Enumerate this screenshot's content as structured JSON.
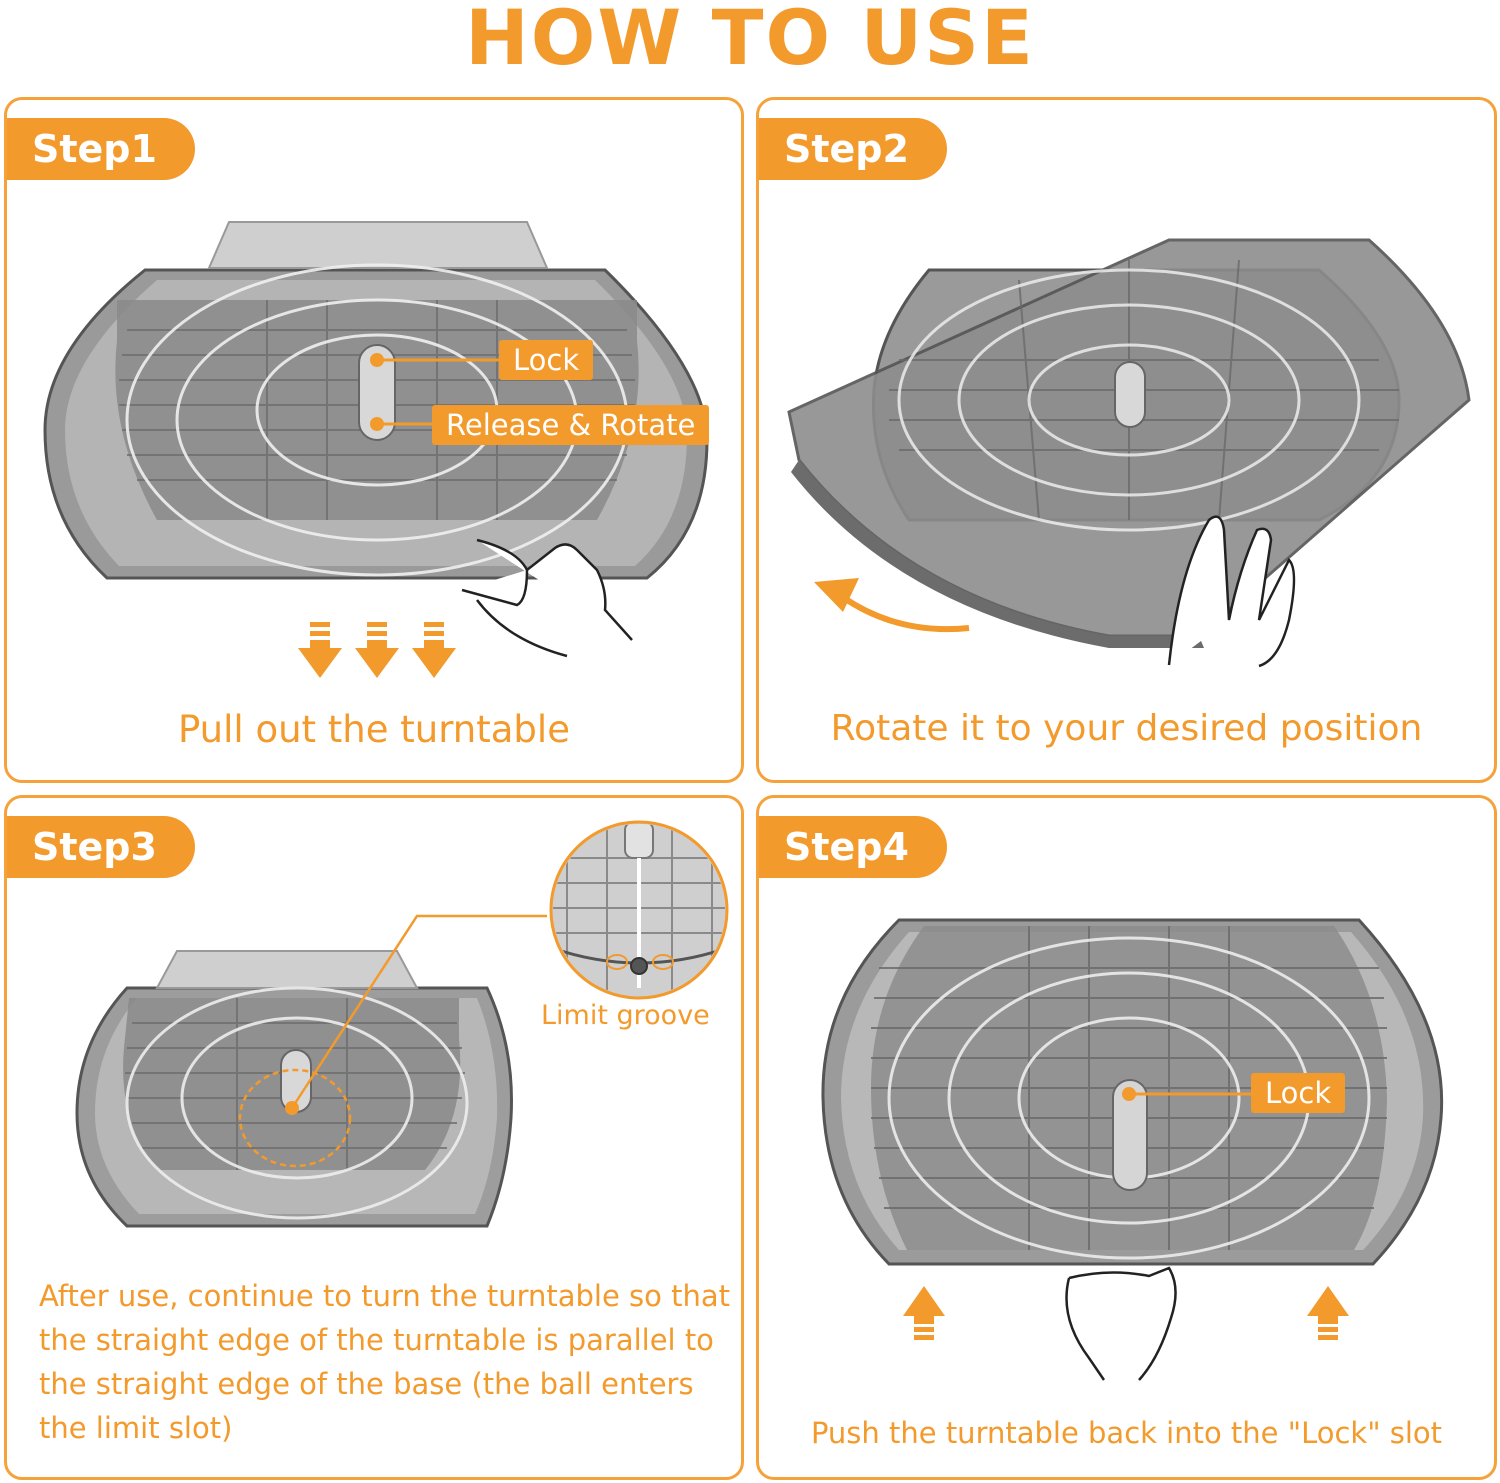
{
  "title": "HOW TO USE",
  "colors": {
    "accent": "#f39a2c",
    "tray": "#8e8e8e",
    "tray_light": "#c8c8c8"
  },
  "steps": [
    {
      "badge": "Step1",
      "caption": "Pull out the turntable",
      "labels": [
        "Lock",
        "Release & Rotate"
      ],
      "icons": [
        "down-arrow-icon",
        "hand-icon"
      ]
    },
    {
      "badge": "Step2",
      "caption": "Rotate it to your desired position",
      "icons": [
        "rotate-arrow-icon",
        "hand-icon"
      ]
    },
    {
      "badge": "Step3",
      "caption": "After use, continue to turn the turntable so that the straight edge of the turntable is parallel to the straight edge of the base (the ball enters the limit slot)",
      "labels": [
        "Limit groove"
      ],
      "icons": [
        "magnifier-icon"
      ]
    },
    {
      "badge": "Step4",
      "caption": "Push the turntable back into the \"Lock\" slot",
      "labels": [
        "Lock"
      ],
      "icons": [
        "up-arrow-icon",
        "hand-icon"
      ]
    }
  ]
}
